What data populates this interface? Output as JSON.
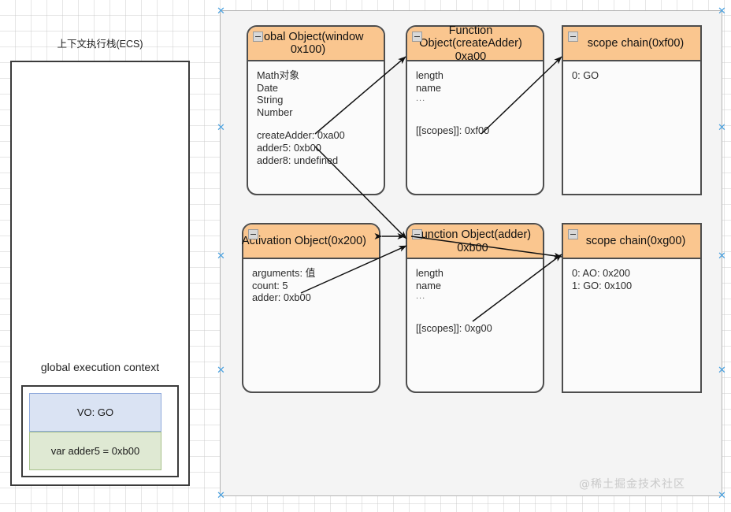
{
  "canvas": {
    "watermark": "@稀土掘金技术社区",
    "grid_color": "#c8c8c8",
    "selection_fill": "#f4f4f4",
    "handle_icon": "selection-handle-x"
  },
  "stack_panel": {
    "title": "上下文执行栈(ECS)",
    "context_label": "global execution context",
    "rows": [
      {
        "name": "vo-row",
        "text": "VO: GO",
        "color": "#dae3f3"
      },
      {
        "name": "var-row",
        "text": "var adder5 = 0xb00",
        "color": "#dfe9d3"
      }
    ]
  },
  "nodes": {
    "global_object": {
      "header": "Global Object(window 0x100)",
      "collapse_icon": "minus-icon",
      "lines": [
        "Math对象",
        "Date",
        "String",
        "Number"
      ],
      "lines2": [
        "createAdder: 0xa00",
        "adder5: 0xb00",
        "adder8: undefined"
      ],
      "header_color": "#fac68f"
    },
    "function_object_createadder": {
      "header_line1": "Function Object(createAdder)",
      "header_line2": "0xa00",
      "collapse_icon": "minus-icon",
      "lines": [
        "length",
        "name"
      ],
      "dots": "...",
      "scopes": "[[scopes]]: 0xf00",
      "header_color": "#fac68f"
    },
    "scope_chain_f00": {
      "header": "scope chain(0xf00)",
      "collapse_icon": "minus-icon",
      "lines": [
        "0: GO"
      ],
      "header_color": "#fac68f"
    },
    "activation_object": {
      "header": "Activation Object(0x200)",
      "collapse_icon": "minus-icon",
      "lines": [
        "arguments: 值",
        "count: 5",
        "adder: 0xb00"
      ],
      "header_color": "#fac68f"
    },
    "function_object_adder": {
      "header_line1": "Function Object(adder)",
      "header_line2": "0xb00",
      "collapse_icon": "minus-icon",
      "lines": [
        "length",
        "name"
      ],
      "dots": "...",
      "scopes": "[[scopes]]: 0xg00",
      "header_color": "#fac68f"
    },
    "scope_chain_g00": {
      "header": "scope chain(0xg00)",
      "collapse_icon": "minus-icon",
      "lines": [
        "0: AO: 0x200",
        "1: GO: 0x100"
      ],
      "header_color": "#fac68f"
    }
  }
}
